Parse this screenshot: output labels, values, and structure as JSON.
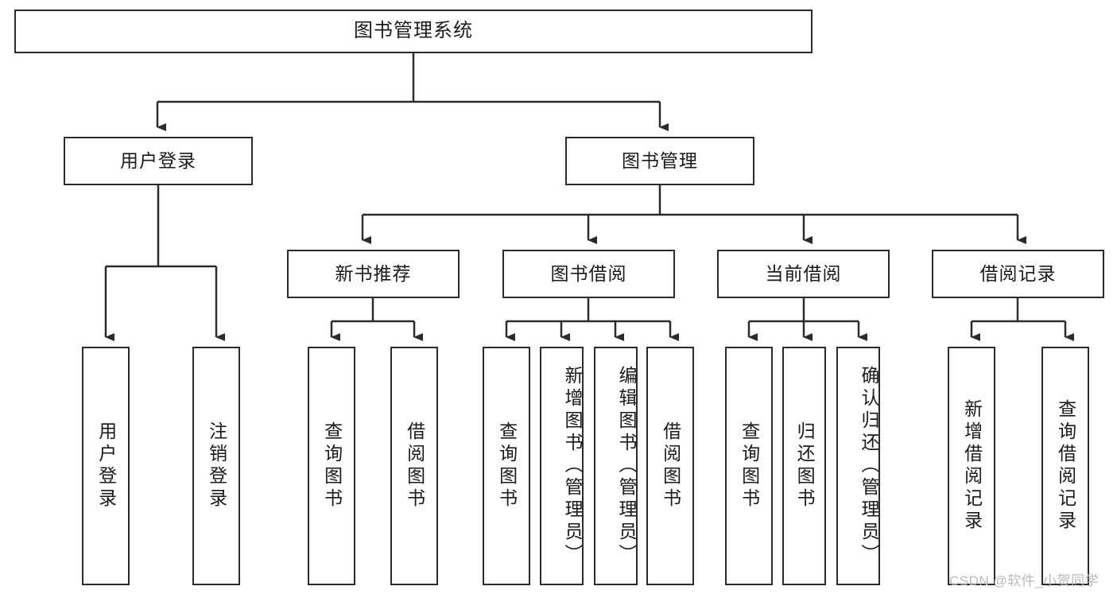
{
  "diagram": {
    "title": "图书管理系统",
    "type": "tree-hierarchy-diagram",
    "colors": {
      "stroke": "#2b2b2b",
      "fill": "#ffffff",
      "text": "#1a1a1a",
      "watermark": "#b8b8b8"
    },
    "nodes": {
      "root": {
        "label": "图书管理系统"
      },
      "level1": [
        {
          "id": "user-login",
          "label": "用户登录"
        },
        {
          "id": "book-management",
          "label": "图书管理"
        }
      ],
      "level2": [
        {
          "id": "new-book-recommend",
          "label": "新书推荐"
        },
        {
          "id": "book-borrow",
          "label": "图书借阅"
        },
        {
          "id": "current-borrow",
          "label": "当前借阅"
        },
        {
          "id": "borrow-record",
          "label": "借阅记录"
        }
      ],
      "leaves": {
        "user-login": [
          {
            "id": "leaf-user-login",
            "label": "用户登录"
          },
          {
            "id": "leaf-logout-login",
            "label": "注销登录"
          }
        ],
        "new-book-recommend": [
          {
            "id": "leaf-query-book-1",
            "label": "查询图书"
          },
          {
            "id": "leaf-borrow-book-1",
            "label": "借阅图书"
          }
        ],
        "book-borrow": [
          {
            "id": "leaf-query-book-2",
            "label": "查询图书"
          },
          {
            "id": "leaf-add-book-admin",
            "label": "新增图书（管理员）"
          },
          {
            "id": "leaf-edit-book-admin",
            "label": "编辑图书（管理员）"
          },
          {
            "id": "leaf-borrow-book-2",
            "label": "借阅图书"
          }
        ],
        "current-borrow": [
          {
            "id": "leaf-query-book-3",
            "label": "查询图书"
          },
          {
            "id": "leaf-return-book",
            "label": "归还图书"
          },
          {
            "id": "leaf-confirm-return-admin",
            "label": "确认归还（管理员）"
          }
        ],
        "borrow-record": [
          {
            "id": "leaf-add-borrow-record",
            "label": "新增借阅记录"
          },
          {
            "id": "leaf-query-borrow-record",
            "label": "查询借阅记录"
          }
        ]
      }
    },
    "watermark": "CSDN @软件_小贺同学"
  }
}
